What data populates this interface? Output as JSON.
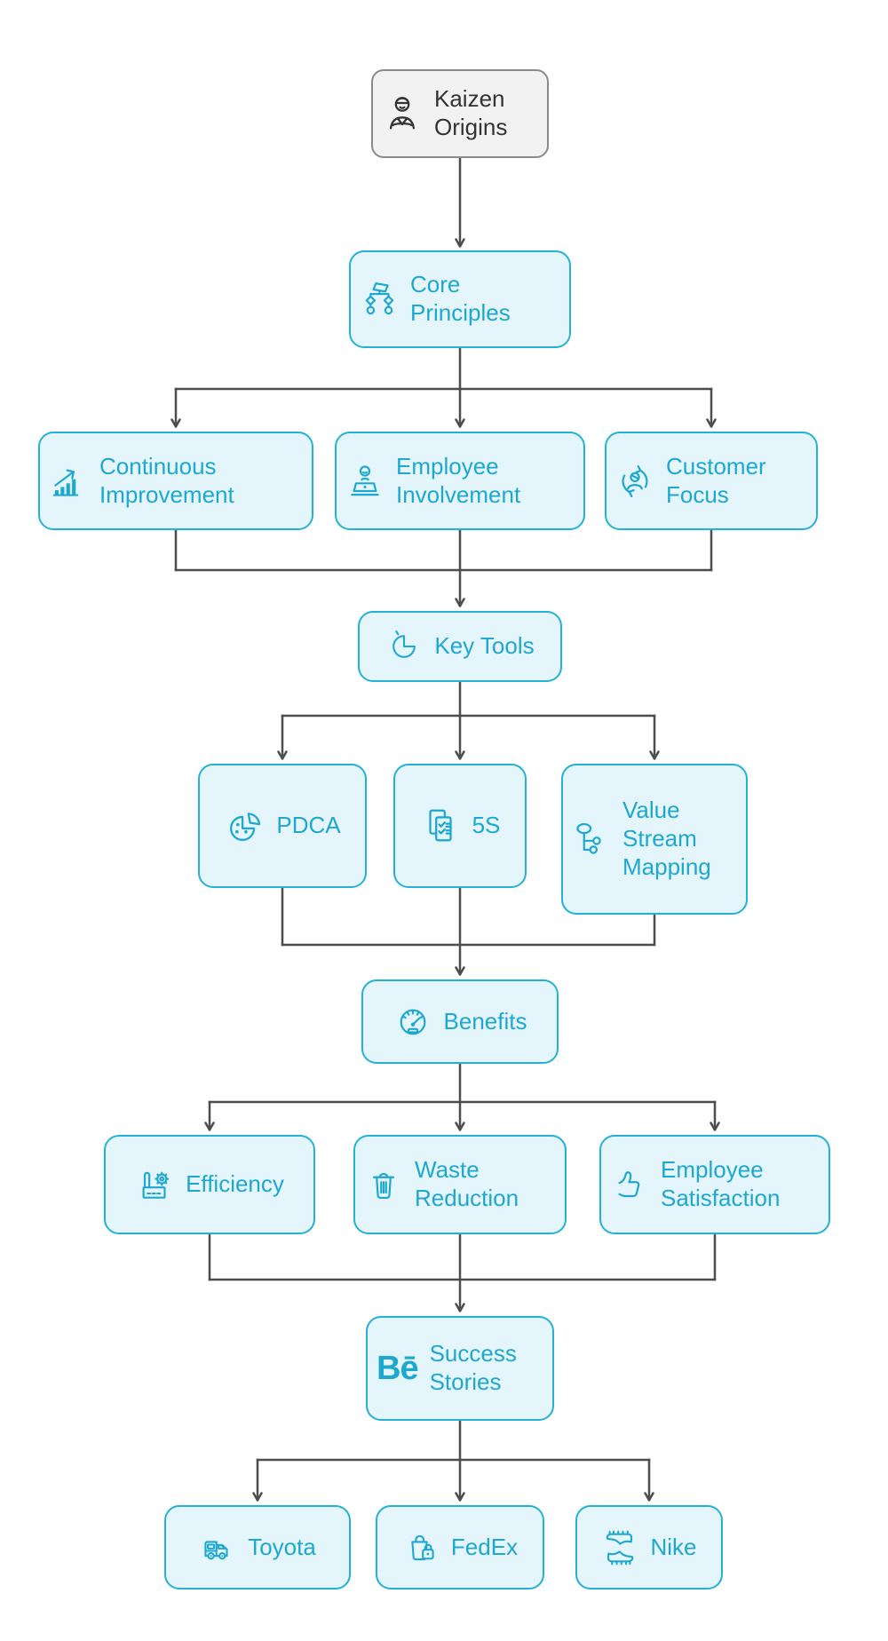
{
  "diagram": {
    "type": "flowchart",
    "direction": "top-down",
    "colors": {
      "node_border": "#25b1d6",
      "node_fill": "#e4f6fc",
      "node_text": "#1ea7cf",
      "root_border": "#8a8a8a",
      "root_fill": "#f2f2f2",
      "root_text": "#333333",
      "connector": "#4d4d4d"
    },
    "nodes": {
      "kaizen_origins": {
        "label": "Kaizen Origins",
        "icon": "sensei-person-icon"
      },
      "core_principles": {
        "label": "Core Principles",
        "icon": "org-chart-icon"
      },
      "continuous_improvement": {
        "label": "Continuous Improvement",
        "icon": "rising-bar-chart-icon"
      },
      "employee_involvement": {
        "label": "Employee Involvement",
        "icon": "person-at-desk-icon"
      },
      "customer_focus": {
        "label": "Customer Focus",
        "icon": "person-refresh-icon"
      },
      "key_tools": {
        "label": "Key Tools",
        "icon": "pie-segment-icon"
      },
      "pdca": {
        "label": "PDCA",
        "icon": "pie-chart-slice-icon"
      },
      "five_s": {
        "label": "5S",
        "icon": "checklist-pages-icon"
      },
      "value_stream_mapping": {
        "label": "Value Stream Mapping",
        "icon": "flow-branch-icon"
      },
      "benefits": {
        "label": "Benefits",
        "icon": "speedometer-icon"
      },
      "efficiency": {
        "label": "Efficiency",
        "icon": "factory-gear-icon"
      },
      "waste_reduction": {
        "label": "Waste Reduction",
        "icon": "trash-bin-icon"
      },
      "employee_satisfaction": {
        "label": "Employee Satisfaction",
        "icon": "thumbs-up-icon"
      },
      "success_stories": {
        "label": "Success Stories",
        "icon": "behance-logo-icon",
        "icon_text": "Bē"
      },
      "toyota": {
        "label": "Toyota",
        "icon": "delivery-van-icon"
      },
      "fedex": {
        "label": "FedEx",
        "icon": "shopping-bag-lock-icon"
      },
      "nike": {
        "label": "Nike",
        "icon": "sports-cleats-icon"
      }
    },
    "edges": [
      {
        "from": "Kaizen Origins",
        "to": "Core Principles"
      },
      {
        "from": "Core Principles",
        "to": "Continuous Improvement"
      },
      {
        "from": "Core Principles",
        "to": "Employee Involvement"
      },
      {
        "from": "Core Principles",
        "to": "Customer Focus"
      },
      {
        "from": "Continuous Improvement",
        "to": "Key Tools"
      },
      {
        "from": "Employee Involvement",
        "to": "Key Tools"
      },
      {
        "from": "Customer Focus",
        "to": "Key Tools"
      },
      {
        "from": "Key Tools",
        "to": "PDCA"
      },
      {
        "from": "Key Tools",
        "to": "5S"
      },
      {
        "from": "Key Tools",
        "to": "Value Stream Mapping"
      },
      {
        "from": "PDCA",
        "to": "Benefits"
      },
      {
        "from": "5S",
        "to": "Benefits"
      },
      {
        "from": "Value Stream Mapping",
        "to": "Benefits"
      },
      {
        "from": "Benefits",
        "to": "Efficiency"
      },
      {
        "from": "Benefits",
        "to": "Waste Reduction"
      },
      {
        "from": "Benefits",
        "to": "Employee Satisfaction"
      },
      {
        "from": "Efficiency",
        "to": "Success Stories"
      },
      {
        "from": "Waste Reduction",
        "to": "Success Stories"
      },
      {
        "from": "Employee Satisfaction",
        "to": "Success Stories"
      },
      {
        "from": "Success Stories",
        "to": "Toyota"
      },
      {
        "from": "Success Stories",
        "to": "FedEx"
      },
      {
        "from": "Success Stories",
        "to": "Nike"
      }
    ]
  }
}
